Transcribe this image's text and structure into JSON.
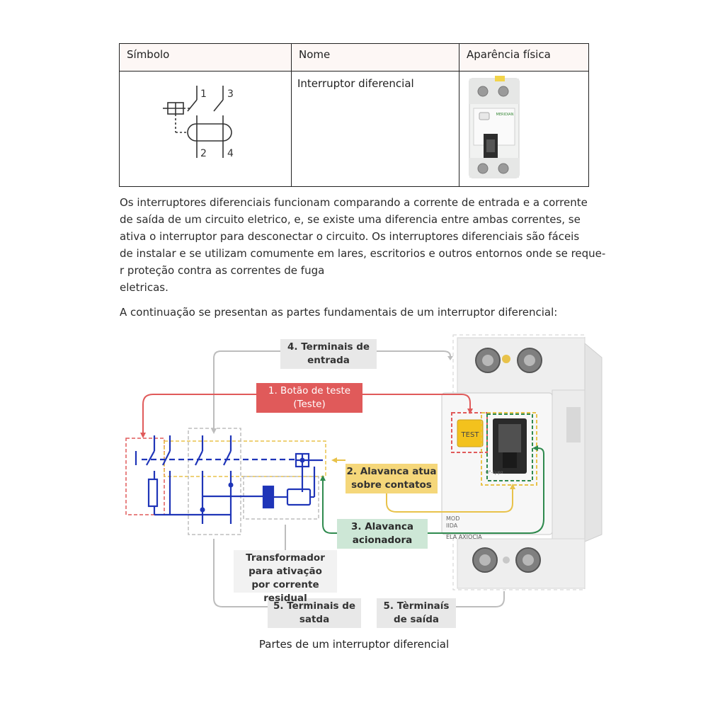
{
  "table": {
    "headers": [
      "Símbolo",
      "Nome",
      "Aparência física"
    ],
    "row": {
      "name": "Interruptor diferencial",
      "symbol_terminals": [
        "1",
        "3",
        "2",
        "4"
      ],
      "device_brand": "MERIDIAN"
    }
  },
  "paragraph1": [
    "Os interruptores diferenciais funcionam comparando a corrente de entrada e a corrente",
    "de saída de um circuito eletrico, e, se existe uma diferencia entre ambas correntes, se",
    "ativa o interruptor para desconectar o circuito. Os interruptores diferenciais são fáceis",
    "de instalar e se utilizam comumente em lares, escritorios e outros entornos onde se reque-",
    "r proteção contra as correntes de fuga",
    "eletricas."
  ],
  "paragraph2": "A continuação se presentan as partes fundamentais de um interruptor diferencial:",
  "diagram": {
    "labels": {
      "input_terminals": [
        "4. Terminais de",
        "entrada"
      ],
      "test_button": [
        "1. Botão de teste",
        "(Teste)"
      ],
      "lever_contacts": [
        "2. Alavanca atua",
        "sobre contatos"
      ],
      "actuating_lever": [
        "3. Alavanca",
        "acionadora"
      ],
      "transformer": [
        "Transformador",
        "para ativação",
        "por corrente residual"
      ],
      "output_left": [
        "5. Terminais de",
        "satda"
      ],
      "output_right": [
        "5. Tèrminaís",
        "de saída"
      ]
    },
    "device": {
      "test_label": "TEST",
      "model_line1": "MOD",
      "model_line2": "IIDA",
      "brand_line": "ELA AXIOCIA",
      "side_text": "Ο\"-έμφα"
    },
    "colors": {
      "red": "#e05a5a",
      "yellow": "#e8c24a",
      "green": "#2f8a4e",
      "blue": "#1f35b8",
      "gray": "#bdbdbd"
    }
  },
  "caption": "Partes de um interruptor diferencial"
}
